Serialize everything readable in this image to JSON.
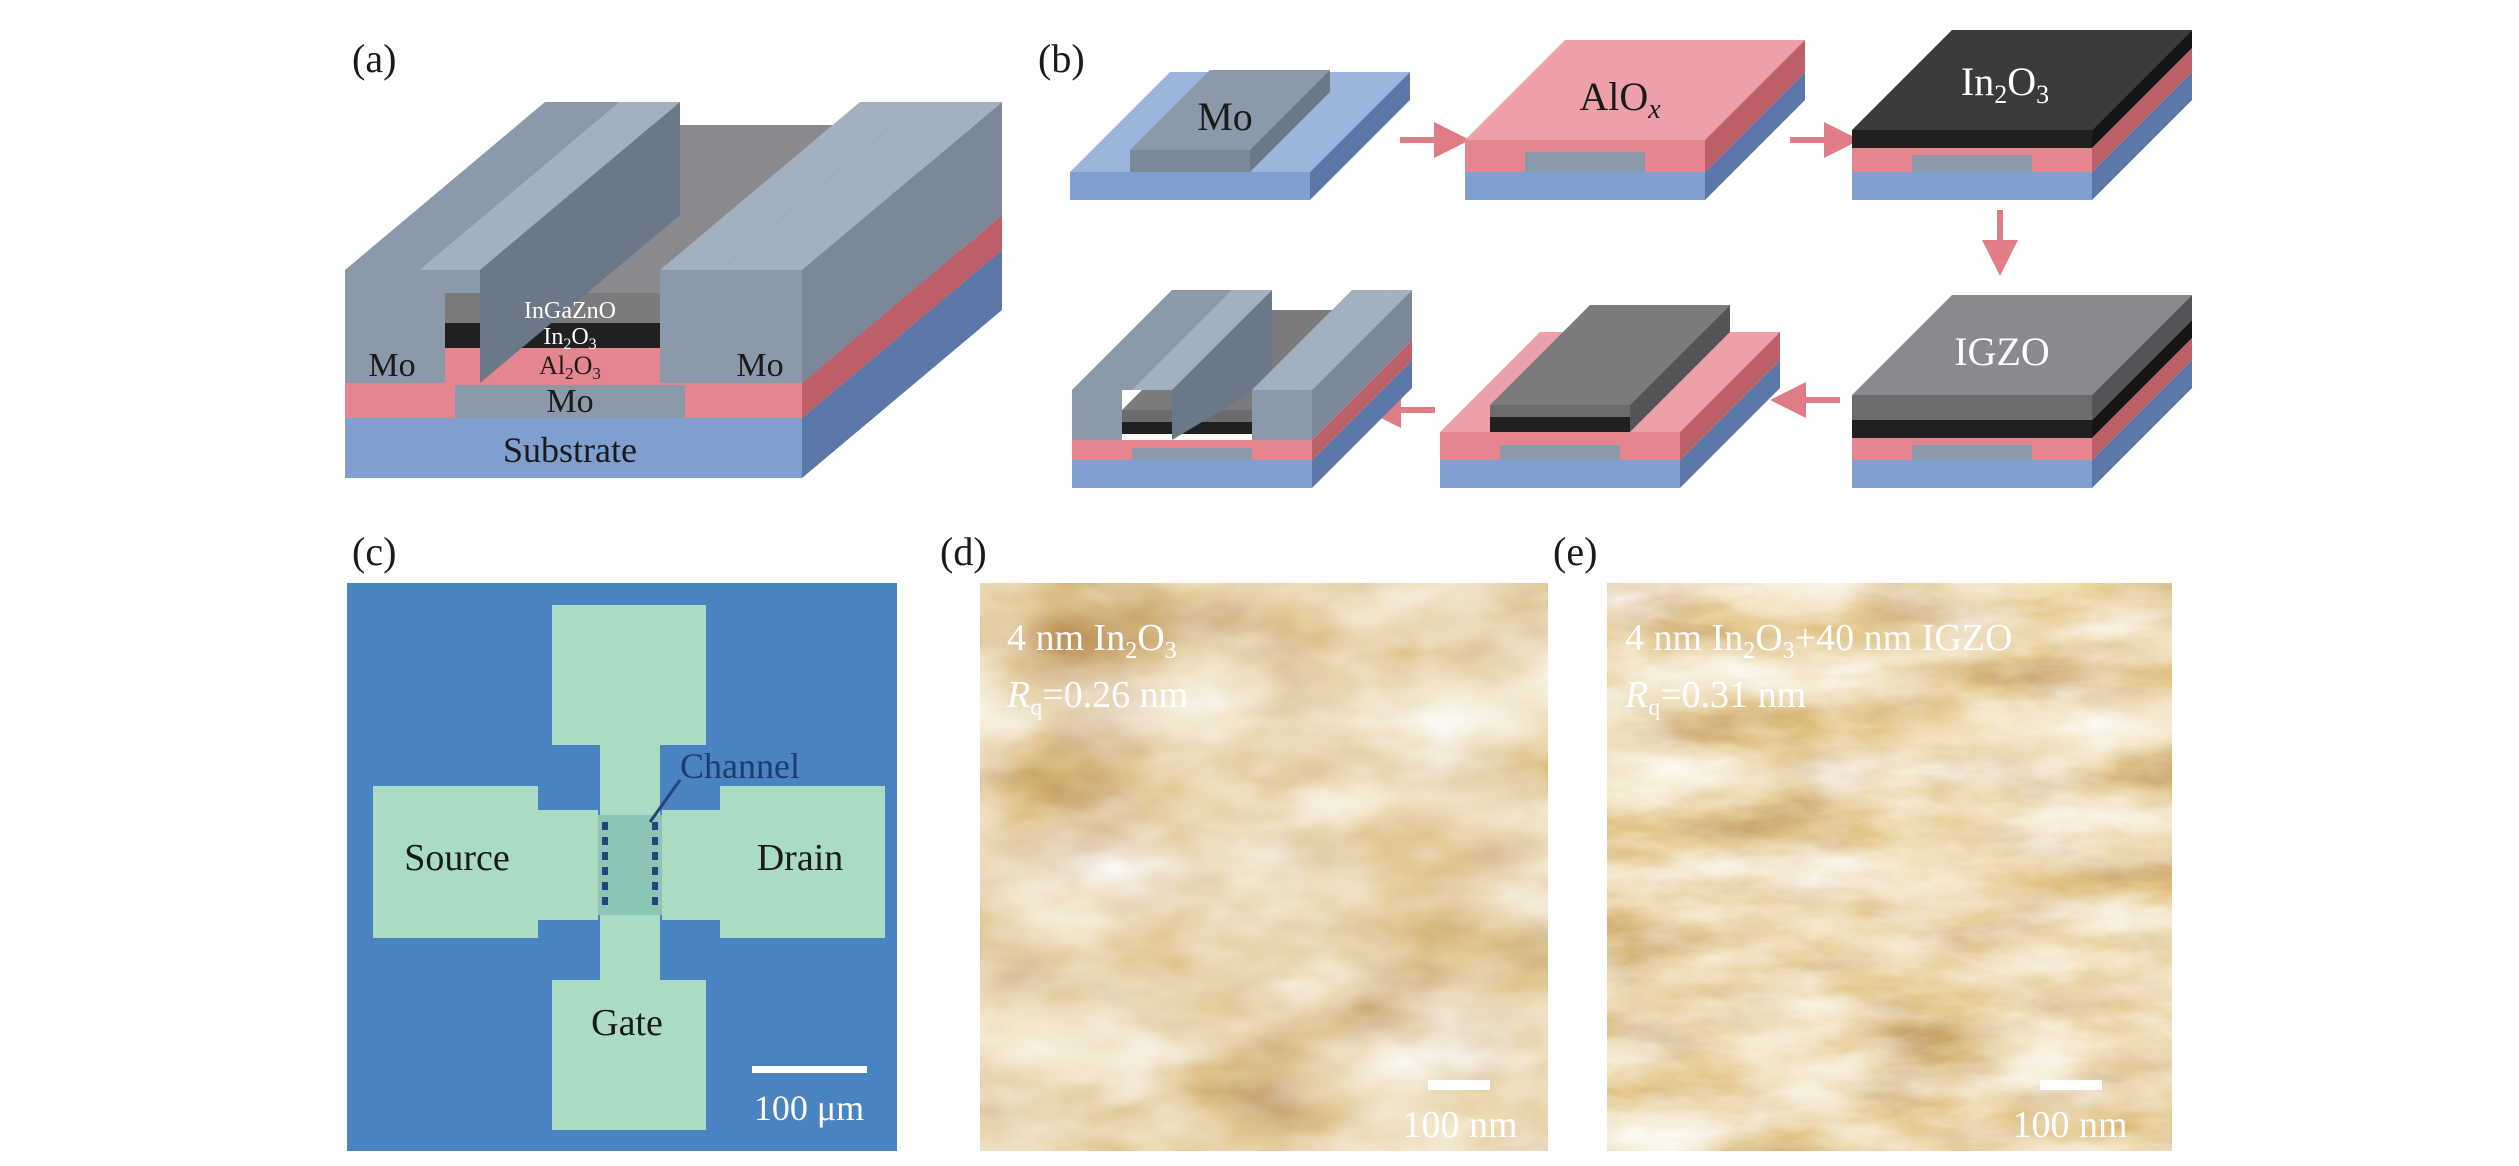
{
  "panels": {
    "a": {
      "letter": "(a)",
      "layers": {
        "ingazno": "InGaZnO",
        "in2o3_base": "In",
        "in2o3_sub": "2",
        "in2o3_rest": "O",
        "in2o3_sub2": "3",
        "al2o3_base": "Al",
        "al2o3_sub": "2",
        "al2o3_rest": "O",
        "al2o3_sub2": "3",
        "mo_left": "Mo",
        "mo_right": "Mo",
        "mo_gate": "Mo",
        "substrate": "Substrate"
      }
    },
    "b": {
      "letter": "(b)",
      "steps": {
        "mo": "Mo",
        "alox_base": "AlO",
        "alox_sub": "x",
        "in2o3_base": "In",
        "in2o3_sub": "2",
        "in2o3_rest": "O",
        "in2o3_sub2": "3",
        "igzo": "IGZO"
      }
    },
    "c": {
      "letter": "(c)",
      "source": "Source",
      "drain": "Drain",
      "gate": "Gate",
      "channel": "Channel",
      "scale": "100 μm"
    },
    "d": {
      "letter": "(d)",
      "line1_pre": "4 nm In",
      "line1_sub": "2",
      "line1_mid": "O",
      "line1_sub2": "3",
      "rq_r": "R",
      "rq_sub": "q",
      "rq_val": "=0.26 nm",
      "scale": "100 nm"
    },
    "e": {
      "letter": "(e)",
      "line1_pre": "4 nm In",
      "line1_sub": "2",
      "line1_mid": "O",
      "line1_sub2": "3",
      "line1_post": "+40 nm IGZO",
      "rq_r": "R",
      "rq_sub": "q",
      "rq_val": "=0.31 nm",
      "scale": "100 nm"
    }
  },
  "colors": {
    "substrate": "#7f9fcf",
    "substrate_dark": "#5a77a8",
    "al2o3": "#e4858f",
    "al2o3_dark": "#bd5f69",
    "mo": "#8a9aab",
    "mo_dark": "#6a7888",
    "igzo": "#7b7b7d",
    "in2o3": "#202020",
    "arrow": "#e07c86",
    "chip_bg": "#4a83c2",
    "pad": "#a9dcc3"
  }
}
